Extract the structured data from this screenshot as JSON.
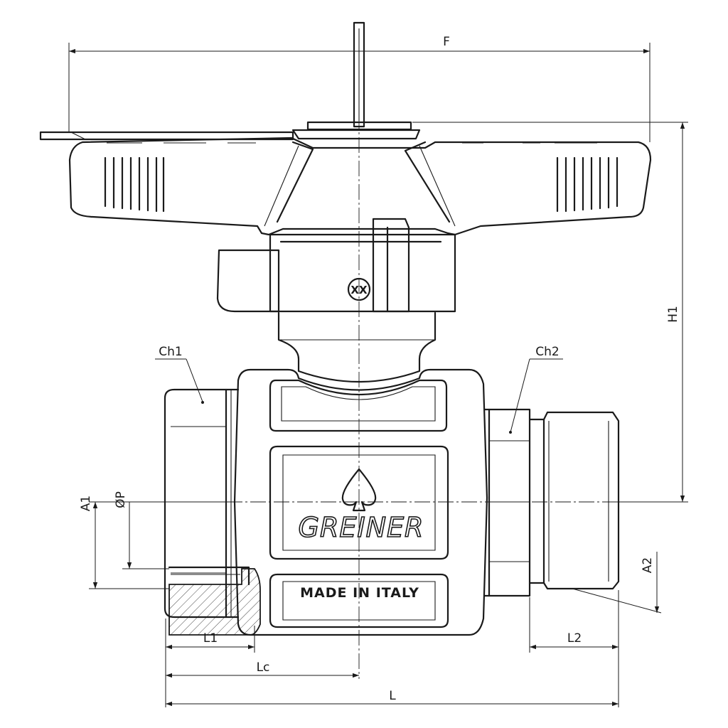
{
  "drawing": {
    "dimensions": {
      "F": "F",
      "H1": "H1",
      "A1": "A1",
      "P": "ØP",
      "A2": "A2",
      "L1": "L1",
      "Lc": "Lc",
      "L2": "L2",
      "L": "L"
    },
    "callouts": {
      "ch1": "Ch1",
      "ch2": "Ch2"
    },
    "handle_marking": "XX",
    "body_brand": "GREINER",
    "body_text": "MADE IN ITALY",
    "logo": "spade-logo-icon"
  }
}
